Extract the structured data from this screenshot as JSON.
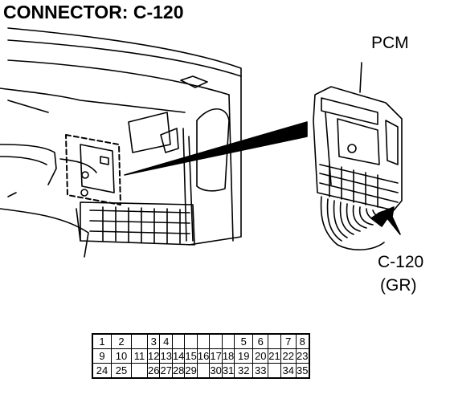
{
  "title": "CONNECTOR: C-120",
  "labels": {
    "pcm": "PCM",
    "connector_id": "C-120",
    "connector_color": "(GR)"
  },
  "pinout": {
    "rows": [
      [
        "1",
        "2",
        "",
        "3",
        "4",
        "",
        "",
        "",
        "",
        "",
        "5",
        "6",
        "",
        "7",
        "8"
      ],
      [
        "9",
        "10",
        "11",
        "12",
        "13",
        "14",
        "15",
        "16",
        "17",
        "18",
        "19",
        "20",
        "21",
        "22",
        "23"
      ],
      [
        "24",
        "25",
        "",
        "26",
        "27",
        "28",
        "29",
        "",
        "30",
        "31",
        "32",
        "33",
        "",
        "34",
        "35"
      ]
    ]
  }
}
